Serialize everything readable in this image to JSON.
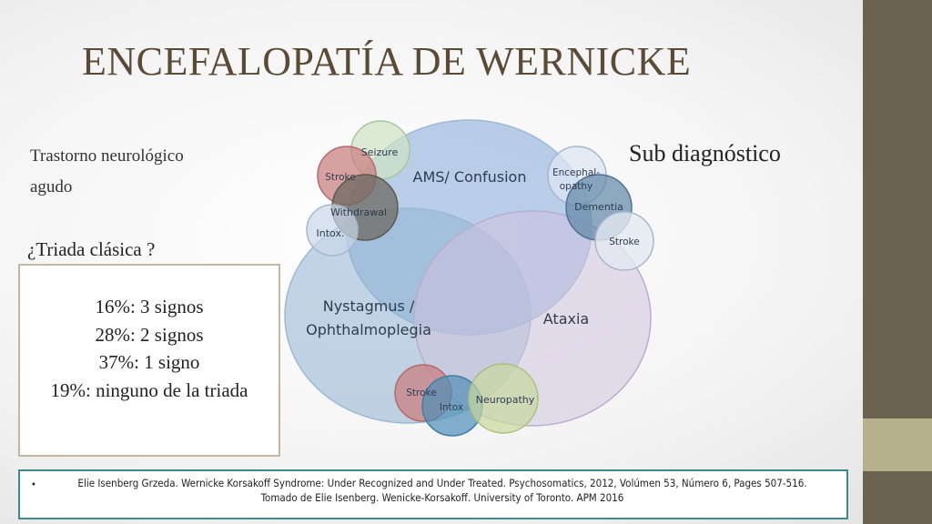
{
  "slide": {
    "title": "ENCEFALOPATÍA DE  WERNICKE",
    "description_lines": [
      "Trastorno neurológico",
      "agudo"
    ],
    "question": "¿Triada clásica ?",
    "subdiagnosis": "Sub diagnóstico",
    "stats": [
      "16%: 3 signos",
      "28%: 2 signos",
      "37%: 1 signo",
      "19%: ninguno de la triada"
    ],
    "reference": {
      "line1": "Elie Isenberg Grzeda. Wernicke Korsakoff Syndrome: Under Recognized and Under Treated. Psychosomatics, 2012, Volúmen 53, Número 6, Pages 507-516.",
      "line2": "Tomado de Elie Isenberg. Wenicke-Korsakoff. University of Toronto. APM 2016"
    }
  },
  "diagram": {
    "labels": {
      "ams": "AMS/ Confusion",
      "nystagmus_1": "Nystagmus /",
      "nystagmus_2": "Ophthalmoplegia",
      "ataxia": "Ataxia",
      "seizure": "Seizure",
      "stroke_top": "Stroke",
      "withdrawal": "Withdrawal",
      "intox_left": "Intox.",
      "encephalopathy_1": "Encephal-",
      "encephalopathy_2": "opathy",
      "dementia": "Dementia",
      "stroke_right": "Stroke",
      "stroke_bottom": "Stroke",
      "intox_bottom": "Intox",
      "neuropathy": "Neuropathy"
    },
    "colors": {
      "ams": "#7fa7d8",
      "nystagmus": "#8fb2d2",
      "ataxia": "#cfc3df",
      "seizure": "#cfe3c5",
      "stroke": "#c97a7a",
      "withdrawal": "#6e6a60",
      "intox": "#c9d6e8",
      "encephalopathy": "#dde6f2",
      "dementia": "#5f86a7",
      "neuropathy": "#c9d89e",
      "intox_bottom": "#4e8fb6",
      "border": "#c4b79e",
      "ref_border": "#3e8a8c",
      "title": "#5a4a36"
    }
  }
}
